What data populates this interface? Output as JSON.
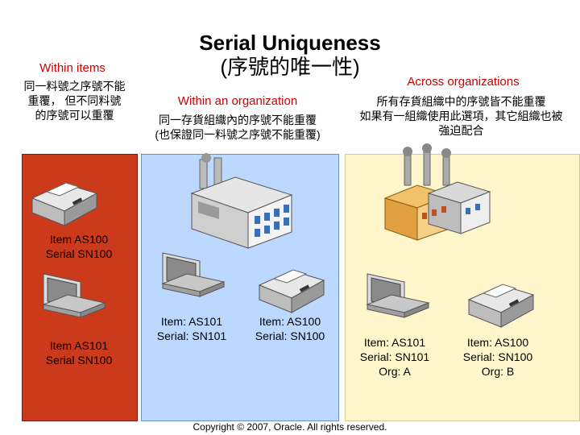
{
  "title": "Serial Uniqueness",
  "subtitle": "(序號的唯一性)",
  "within_items": {
    "heading": "Within items",
    "lines": [
      "同一料號之序號不能",
      "重覆， 但不同料號",
      "的序號可以重覆"
    ],
    "labels": [
      {
        "item": "Item AS100",
        "serial": "Serial SN100"
      },
      {
        "item": "Item AS101",
        "serial": "Serial SN100"
      }
    ]
  },
  "within_org": {
    "heading": "Within an organization",
    "lines": [
      "同一存貨組織內的序號不能重覆",
      "(也保證同一料號之序號不能重覆)"
    ],
    "labels": [
      {
        "item": "Item: AS101",
        "serial": "Serial: SN101"
      },
      {
        "item": "Item: AS100",
        "serial": "Serial: SN100"
      }
    ]
  },
  "across_org": {
    "heading": "Across organizations",
    "lines": [
      "所有存貨組織中的序號皆不能重覆",
      "如果有一組織使用此選項，其它組織也被",
      "強迫配合"
    ],
    "labels": [
      {
        "item": "Item: AS101",
        "serial": "Serial: SN101",
        "org": "Org: A"
      },
      {
        "item": "Item: AS100",
        "serial": "Serial: SN100",
        "org": "Org: B"
      }
    ]
  },
  "footer": "Copyright © 2007, Oracle. All rights reserved.",
  "colors": {
    "panel_items": "#cc3a1c",
    "panel_org": "#bcd8ff",
    "panel_across": "#fff6cc",
    "heading": "#cc0000"
  }
}
